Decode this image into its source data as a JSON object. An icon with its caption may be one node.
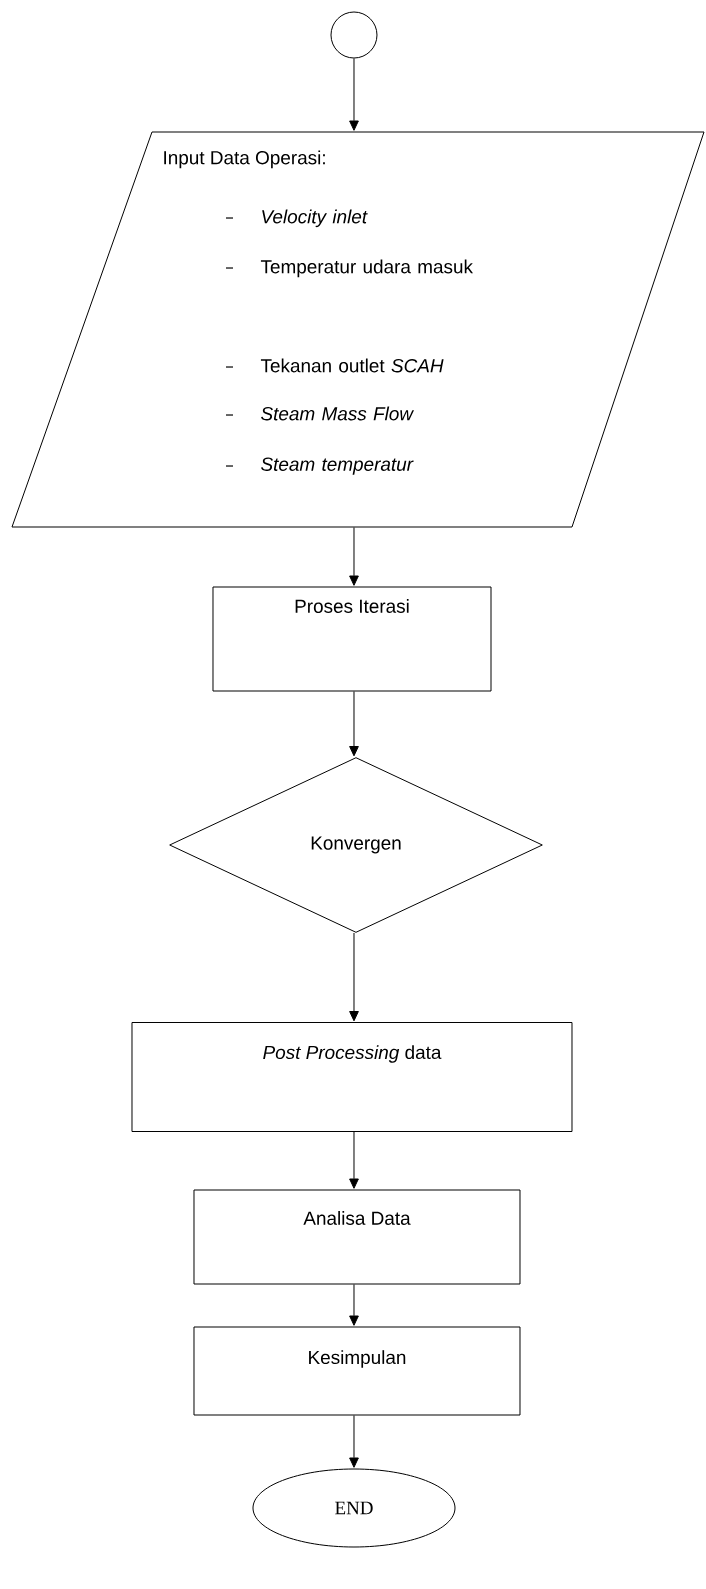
{
  "diagram": {
    "nodes": [
      {
        "text": [],
        "shape": "circle"
      },
      {
        "text": [
          "Input Data Operasi:",
          "*Velocity inlet*",
          "Temperatur udara masuk",
          "Tekanan outlet *SCAH*",
          "*Steam Mass Flow*",
          "*Steam temperatur*"
        ]
      },
      {
        "text": [
          "Proses Iterasi"
        ]
      },
      {
        "text": [
          "Konvergen"
        ]
      },
      {
        "text": [
          "*Post Processing* data"
        ]
      },
      {
        "text": [
          "Analisa Data"
        ]
      },
      {
        "text": [
          "Kesimpulan"
        ]
      },
      {
        "text": [
          "END"
        ]
      }
    ],
    "edges": [
      {
        "from": 0,
        "to": 1,
        "arrow": "to"
      },
      {
        "from": 1,
        "to": 2,
        "arrow": "to"
      },
      {
        "from": 2,
        "to": 3,
        "arrow": "to"
      },
      {
        "from": 3,
        "to": 4,
        "arrow": "to"
      },
      {
        "from": 4,
        "to": 5,
        "arrow": "to"
      },
      {
        "from": 5,
        "to": 6,
        "arrow": "to"
      },
      {
        "from": 6,
        "to": 7,
        "arrow": "to"
      }
    ]
  }
}
